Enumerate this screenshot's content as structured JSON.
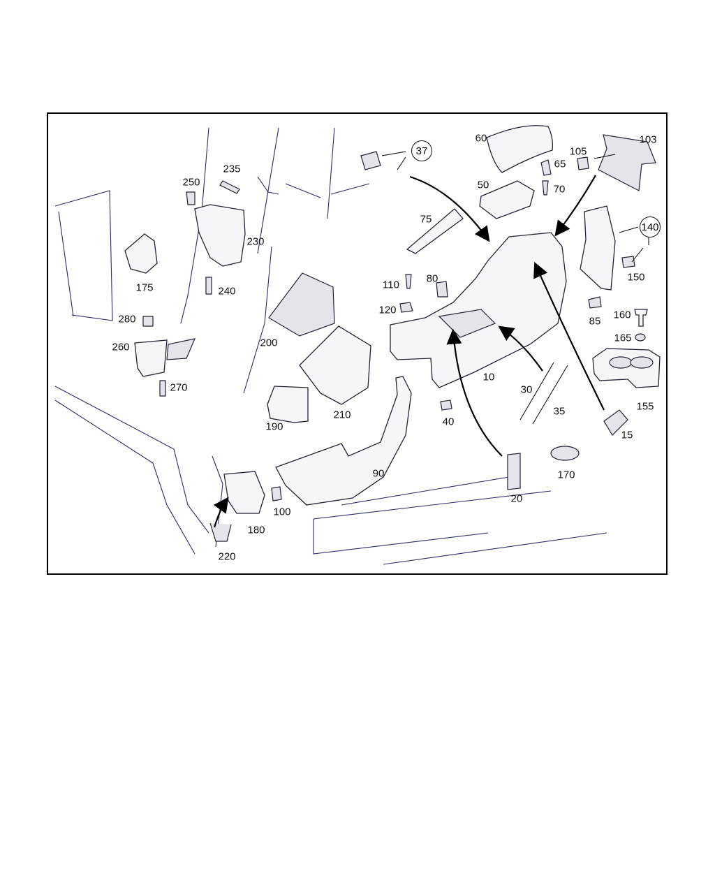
{
  "diagram": {
    "callouts": [
      "37",
      "140"
    ],
    "labels": [
      "10",
      "15",
      "20",
      "30",
      "35",
      "40",
      "50",
      "60",
      "65",
      "70",
      "75",
      "80",
      "85",
      "90",
      "100",
      "103",
      "105",
      "110",
      "120",
      "150",
      "155",
      "160",
      "165",
      "170",
      "175",
      "180",
      "190",
      "200",
      "210",
      "220",
      "230",
      "235",
      "240",
      "250",
      "260",
      "270",
      "280"
    ]
  }
}
